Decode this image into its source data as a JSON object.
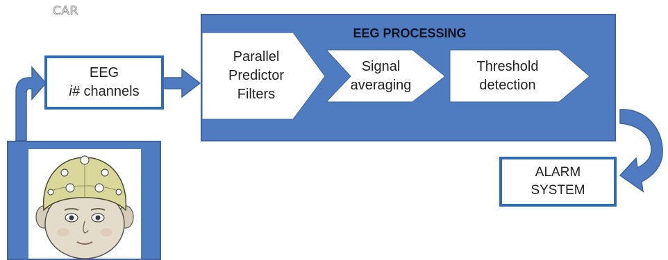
{
  "watermark": "CAR",
  "processing": {
    "title": "EEG PROCESSING",
    "stages": [
      {
        "lines": [
          "Parallel",
          "Predictor",
          "Filters"
        ]
      },
      {
        "lines": [
          "Signal",
          "averaging"
        ]
      },
      {
        "lines": [
          "Threshold",
          "detection"
        ]
      }
    ]
  },
  "input": {
    "line1": "EEG",
    "line2_italic": "i#",
    "line2_rest": " channels"
  },
  "output": {
    "line1": "ALARM",
    "line2": "SYSTEM"
  },
  "colors": {
    "panel": "#4f7cc0",
    "border": "#2f6db0",
    "arrow": "#4f7cc0"
  },
  "icons": [
    "infant-eeg-cap-illustration",
    "flow-arrow",
    "curved-arrow"
  ]
}
